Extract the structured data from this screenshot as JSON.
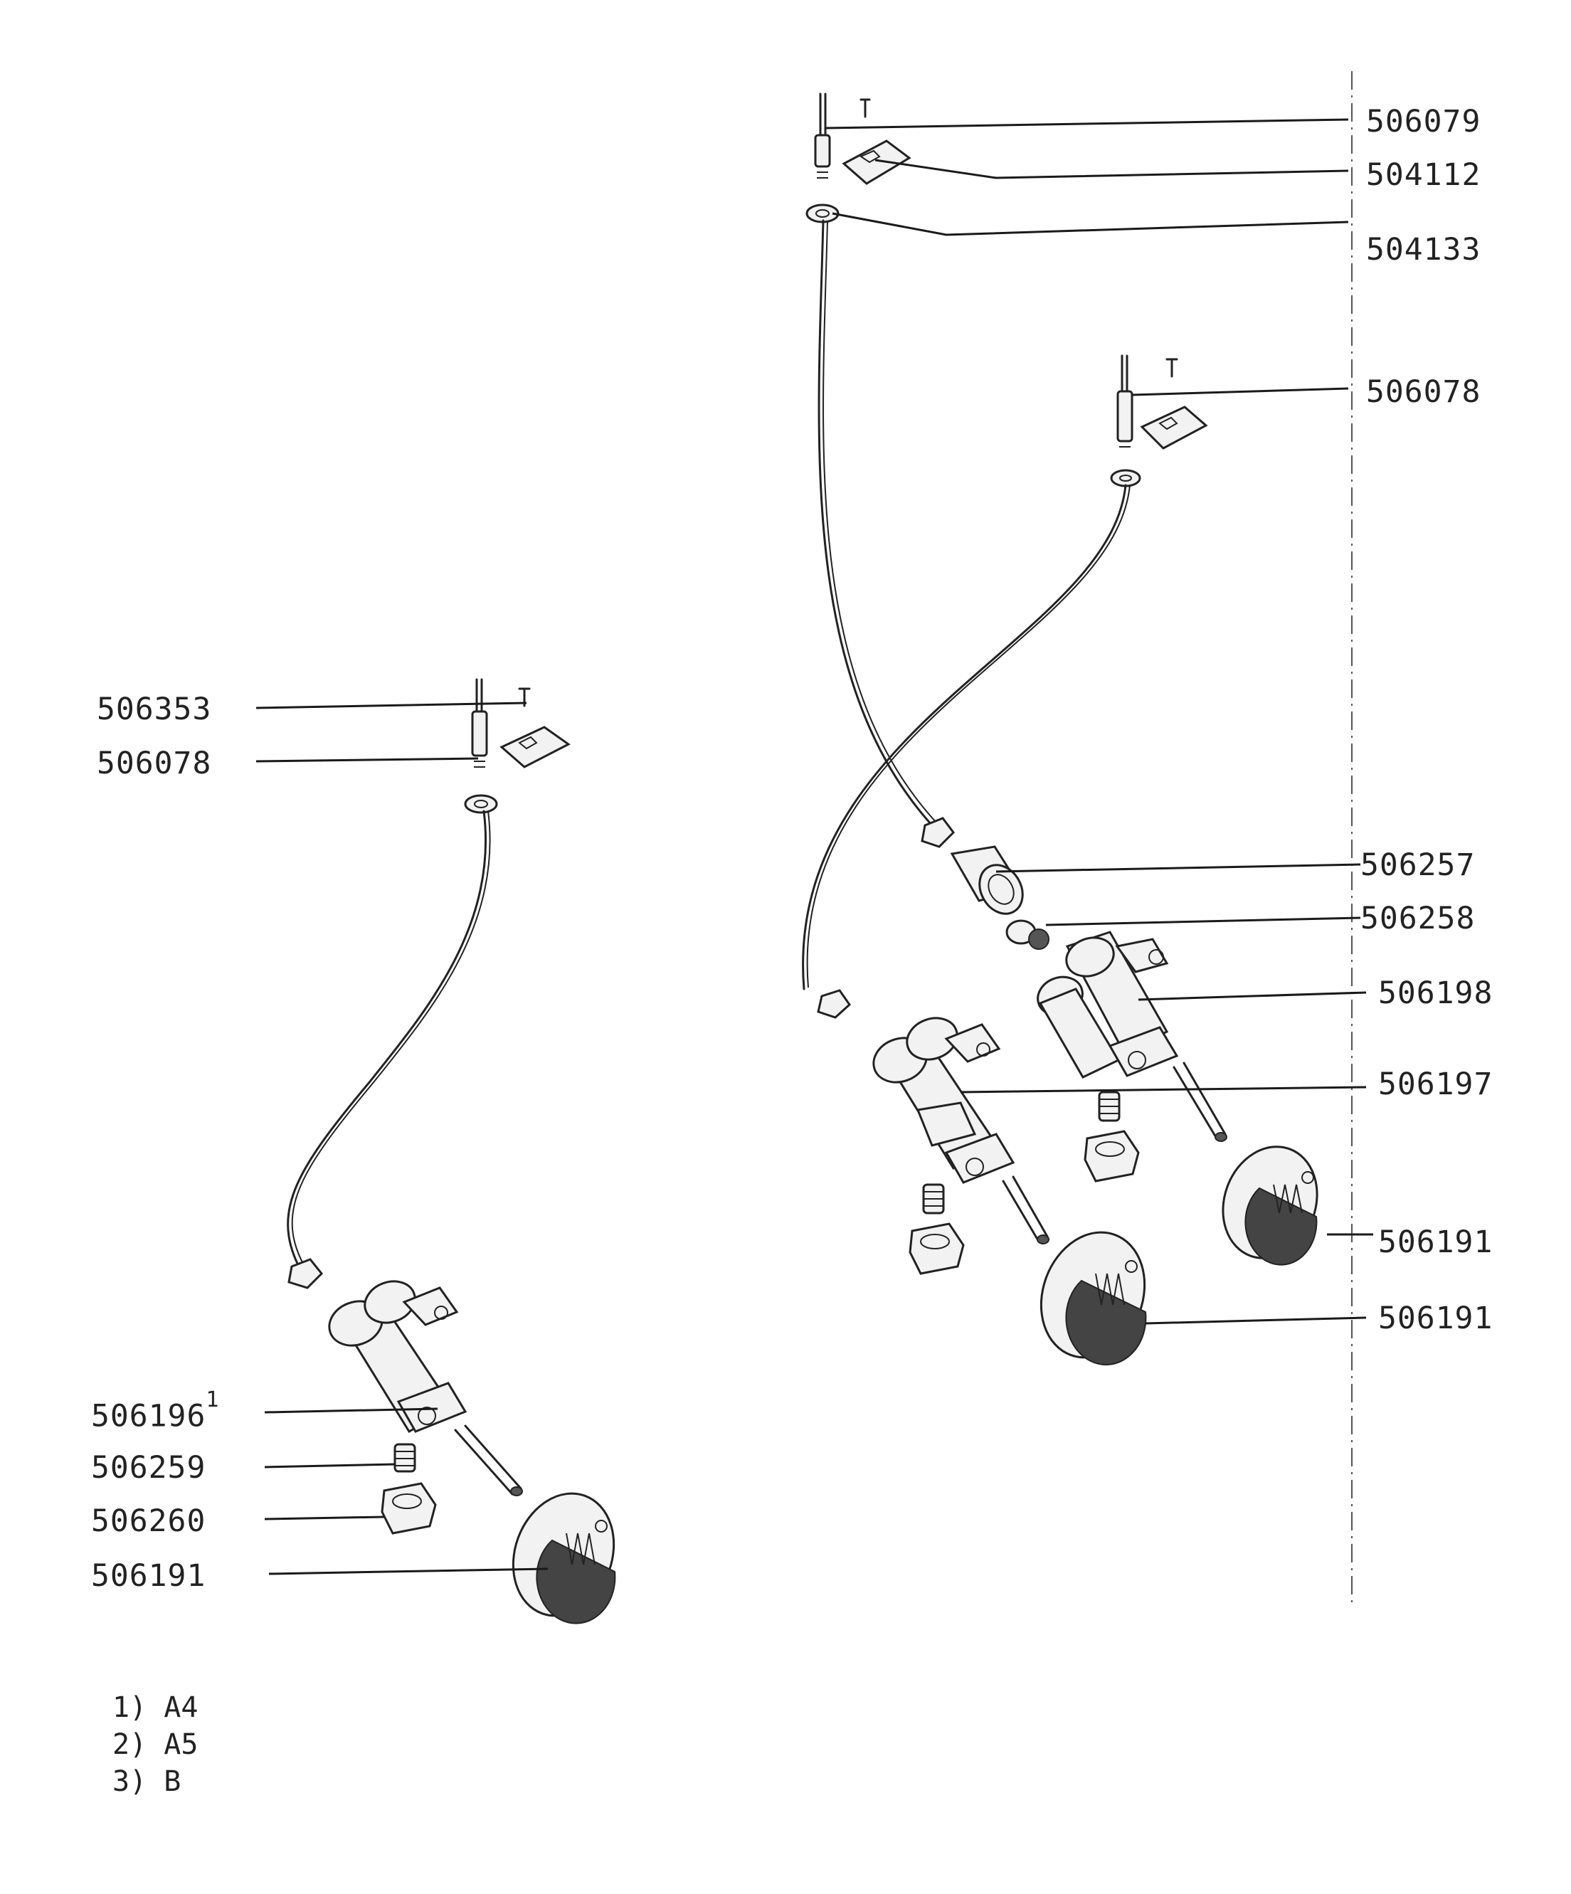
{
  "labels": {
    "l_506079": "506079",
    "l_504112": "504112",
    "l_504133": "504133",
    "l_506078_right": "506078",
    "l_506353": "506353",
    "l_506078_left": "506078",
    "l_506257": "506257",
    "l_506258": "506258",
    "l_506198": "506198",
    "l_506197": "506197",
    "l_506191_r1": "506191",
    "l_506191_r2": "506191",
    "l_506196": "506196",
    "l_506196_sup": "1",
    "l_506259": "506259",
    "l_506260": "506260",
    "l_506191_left": "506191"
  },
  "notes": {
    "n1": "1) A4",
    "n2": "2) A5",
    "n3": "3) B"
  }
}
